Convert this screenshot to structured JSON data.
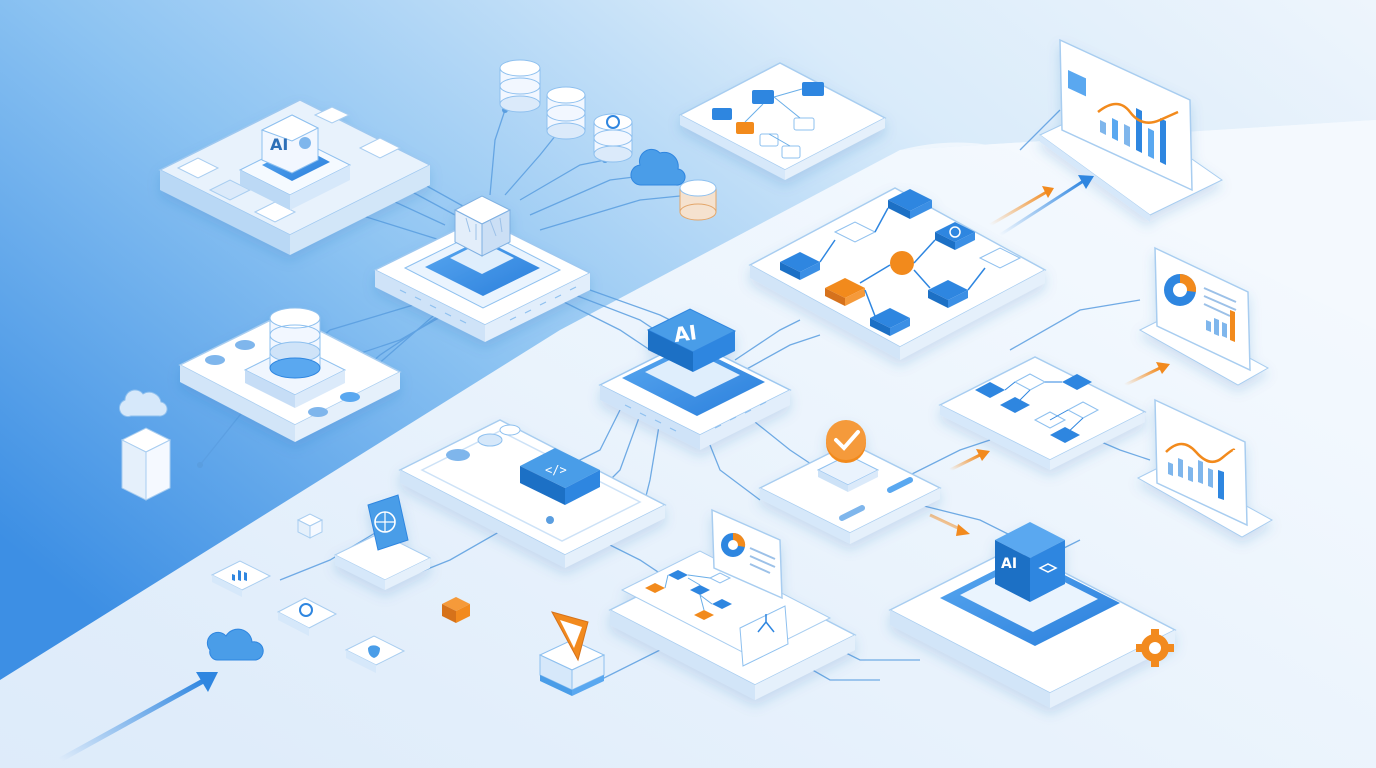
{
  "labels": {
    "ai_server": "AI",
    "ai_main_chip": "AI",
    "ai_cube": "AI"
  },
  "colors": {
    "accent_blue": "#2f86e0",
    "accent_orange": "#f28a1e",
    "panel_white": "#ffffff",
    "line_blue": "#6aaee8",
    "bg_blue": "#4a9de8",
    "bg_light": "#eef5fc"
  },
  "icons": {
    "cloud": "cloud-icon",
    "database": "database-icon",
    "gear": "gear-icon",
    "globe": "globe-icon",
    "bar_chart": "bar-chart-icon",
    "pie_chart": "pie-chart-icon",
    "checkmark": "checkmark-icon",
    "arrow": "arrow-icon",
    "code": "code-icon",
    "shield": "shield-icon",
    "flowchart": "flowchart-icon",
    "cube": "cube-icon"
  }
}
